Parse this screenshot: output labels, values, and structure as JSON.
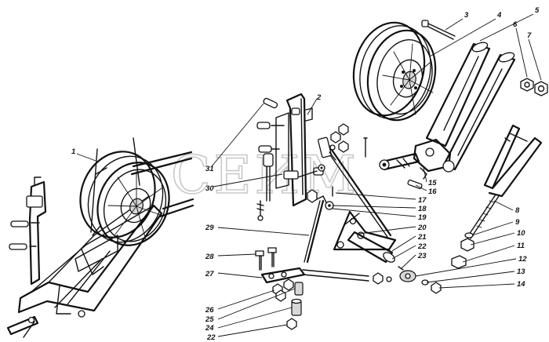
{
  "watermark": "СЕИМ",
  "callouts": [
    {
      "id": "c1",
      "text": "1"
    },
    {
      "id": "c2",
      "text": "2"
    },
    {
      "id": "c3",
      "text": "3"
    },
    {
      "id": "c4",
      "text": "4"
    },
    {
      "id": "c5",
      "text": "5"
    },
    {
      "id": "c6",
      "text": "6"
    },
    {
      "id": "c7",
      "text": "7"
    },
    {
      "id": "c8",
      "text": "8"
    },
    {
      "id": "c9",
      "text": "9"
    },
    {
      "id": "c10",
      "text": "10"
    },
    {
      "id": "c11",
      "text": "11"
    },
    {
      "id": "c12",
      "text": "12"
    },
    {
      "id": "c13",
      "text": "13"
    },
    {
      "id": "c14",
      "text": "14"
    },
    {
      "id": "c15",
      "text": "15"
    },
    {
      "id": "c16",
      "text": "16"
    },
    {
      "id": "c17",
      "text": "17"
    },
    {
      "id": "c18",
      "text": "18"
    },
    {
      "id": "c19",
      "text": "19"
    },
    {
      "id": "c20",
      "text": "20"
    },
    {
      "id": "c21",
      "text": "21"
    },
    {
      "id": "c22a",
      "text": "22"
    },
    {
      "id": "c23",
      "text": "23"
    },
    {
      "id": "c24",
      "text": "24"
    },
    {
      "id": "c25",
      "text": "25"
    },
    {
      "id": "c26",
      "text": "26"
    },
    {
      "id": "c27",
      "text": "27"
    },
    {
      "id": "c28",
      "text": "28"
    },
    {
      "id": "c29",
      "text": "29"
    },
    {
      "id": "c30",
      "text": "30"
    },
    {
      "id": "c31",
      "text": "31"
    },
    {
      "id": "c22b",
      "text": "22"
    }
  ]
}
